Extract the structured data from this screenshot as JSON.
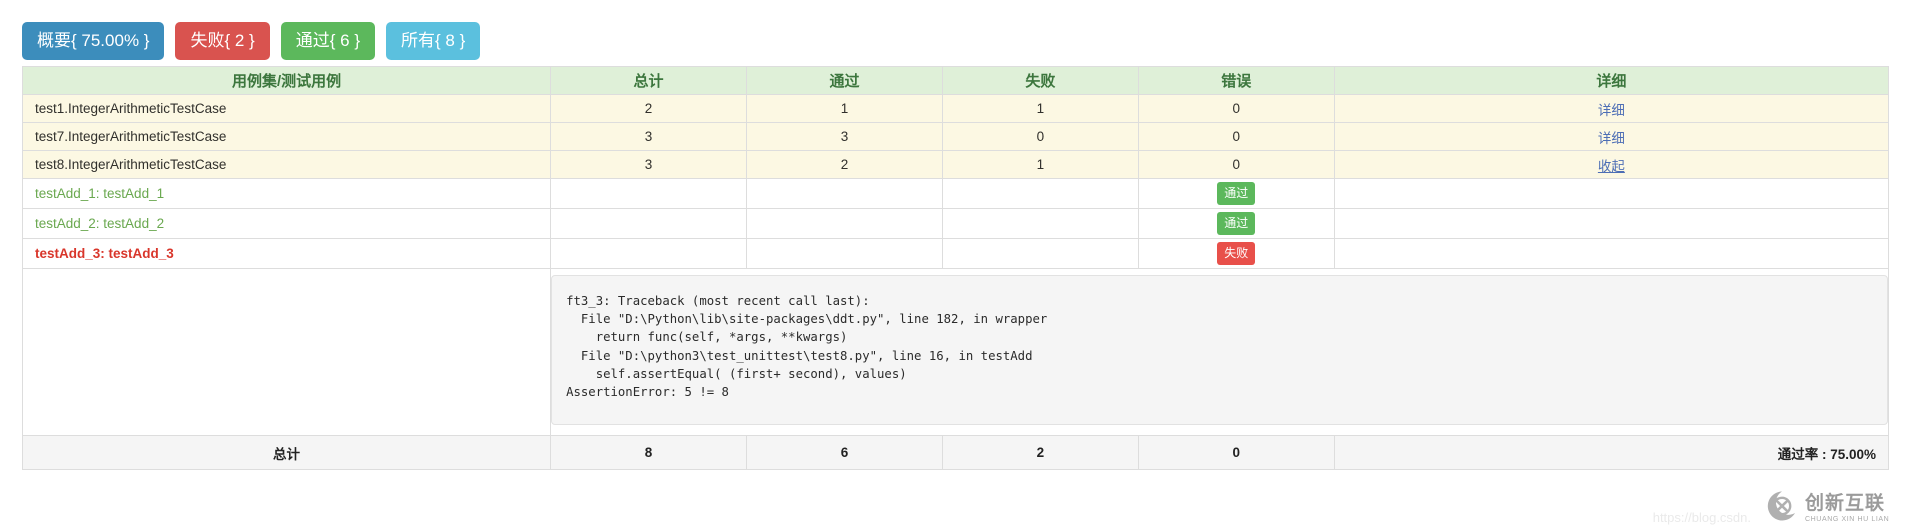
{
  "toolbar": {
    "buttons": [
      {
        "label": "概要{ 75.00% }",
        "name": "summary",
        "color": "#3c8dbc"
      },
      {
        "label": "失败{ 2 }",
        "name": "failed",
        "color": "#d9534f"
      },
      {
        "label": "通过{ 6 }",
        "name": "passed",
        "color": "#5cb85c"
      },
      {
        "label": "所有{ 8 }",
        "name": "all",
        "color": "#5bc0de"
      }
    ]
  },
  "table": {
    "headers": [
      "用例集/测试用例",
      "总计",
      "通过",
      "失败",
      "错误",
      "详细"
    ],
    "suites": [
      {
        "name": "test1.IntegerArithmeticTestCase",
        "total": "2",
        "pass": "1",
        "fail": "1",
        "error": "0",
        "detail_label": "详细",
        "detail_expanded": false
      },
      {
        "name": "test7.IntegerArithmeticTestCase",
        "total": "3",
        "pass": "3",
        "fail": "0",
        "error": "0",
        "detail_label": "详细",
        "detail_expanded": false
      },
      {
        "name": "test8.IntegerArithmeticTestCase",
        "total": "3",
        "pass": "2",
        "fail": "1",
        "error": "0",
        "detail_label": "收起",
        "detail_expanded": true
      }
    ],
    "cases": [
      {
        "name": "testAdd_1: testAdd_1",
        "status": "通过",
        "result": "pass"
      },
      {
        "name": "testAdd_2: testAdd_2",
        "status": "通过",
        "result": "pass"
      },
      {
        "name": "testAdd_3: testAdd_3",
        "status": "失败",
        "result": "fail"
      }
    ],
    "traceback": "ft3_3: Traceback (most recent call last):\n  File \"D:\\Python\\lib\\site-packages\\ddt.py\", line 182, in wrapper\n    return func(self, *args, **kwargs)\n  File \"D:\\python3\\test_unittest\\test8.py\", line 16, in testAdd\n    self.assertEqual( (first+ second), values)\nAssertionError: 5 != 8",
    "footer": {
      "label": "总计",
      "total": "8",
      "pass": "6",
      "fail": "2",
      "error": "0",
      "rate": "通过率 : 75.00%"
    }
  },
  "watermark": {
    "cn": "创新互联",
    "en": "CHUANG XIN HU LIAN",
    "url": "https://blog.csdn."
  }
}
